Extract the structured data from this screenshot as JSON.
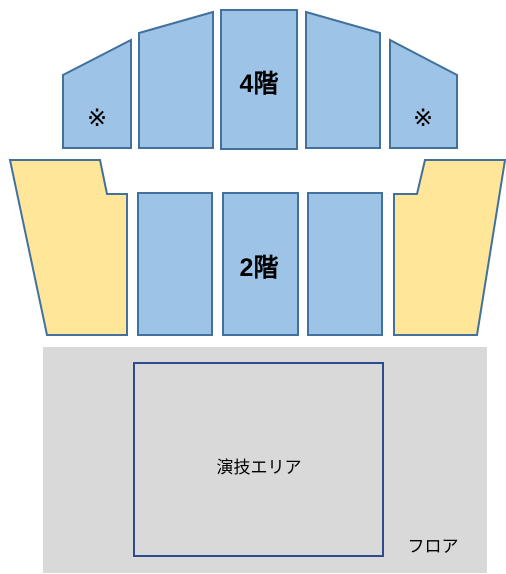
{
  "seating": {
    "upper_level_label": "4階",
    "lower_level_label": "2階",
    "note_mark_left": "※",
    "note_mark_right": "※"
  },
  "floor": {
    "stage_label": "演技エリア",
    "floor_label": "フロア"
  },
  "colors": {
    "block_blue": "#9dc3e6",
    "block_yellow": "#ffe699",
    "outline": "#41719c",
    "floor_gray": "#d9d9d9",
    "stage_outline": "#2f4b8f"
  }
}
